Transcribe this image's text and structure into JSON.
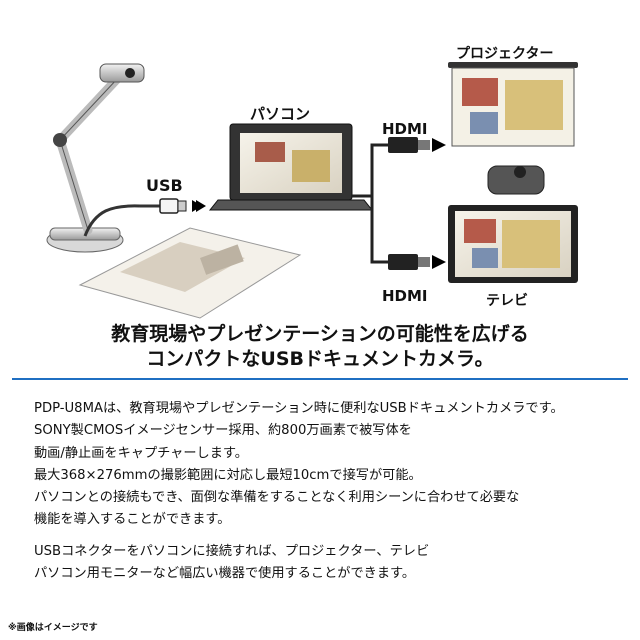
{
  "diagram": {
    "usb_label": "USB",
    "pc_label": "パソコン",
    "hdmi_top_label": "HDMI",
    "hdmi_bottom_label": "HDMI",
    "projector_label": "プロジェクター",
    "tv_label": "テレビ"
  },
  "headline": {
    "line1": "教育現場やプレゼンテーションの可能性を広げる",
    "line2": "コンパクトなUSBドキュメントカメラ。"
  },
  "description": {
    "lines": [
      "PDP-U8MAは、教育現場やプレゼンテーション時に便利なUSBドキュメントカメラです。",
      "SONY製CMOSイメージセンサー採用、約800万画素で被写体を",
      "動画/静止画をキャプチャーします。",
      "最大368×276mmの撮影範囲に対応し最短10cmで接写が可能。",
      "パソコンとの接続もでき、面倒な準備をすることなく利用シーンに合わせて必要な",
      "機能を導入することができます。"
    ],
    "lines2": [
      "USBコネクターをパソコンに接続すれば、プロジェクター、テレビ",
      "パソコン用モニターなど幅広い機器で使用することができます。"
    ]
  },
  "note": "※画像はイメージです",
  "colors": {
    "accent": "#1f6fc2"
  }
}
